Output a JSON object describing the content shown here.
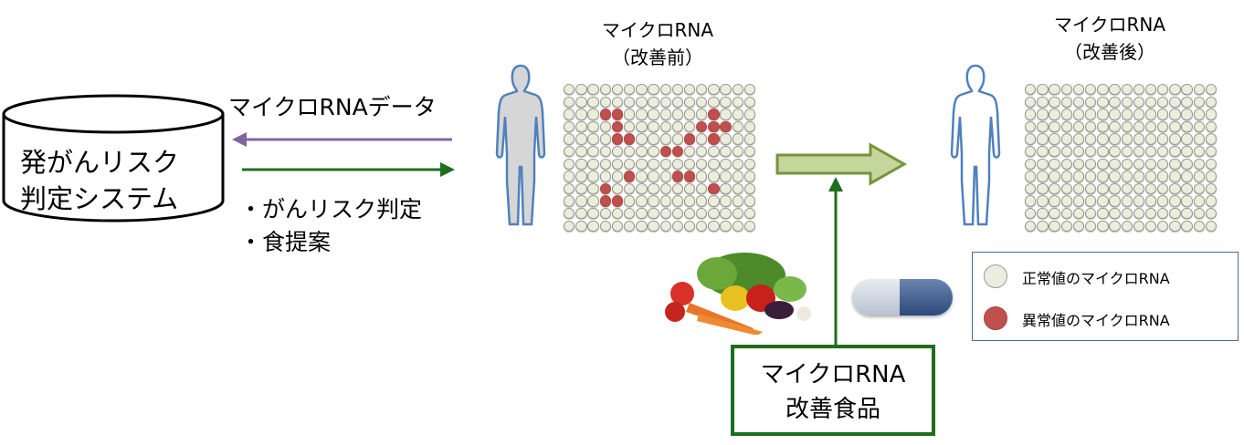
{
  "system": {
    "line1": "発がんリスク",
    "line2": "判定システム"
  },
  "arrows": {
    "data_label": "マイクロRNAデータ",
    "result_item1": "・がんリスク判定",
    "result_item2": "・食提案"
  },
  "before": {
    "title1": "マイクロRNA",
    "title2": "（改善前）"
  },
  "after": {
    "title1": "マイクロRNA",
    "title2": "（改善後）"
  },
  "food_box": {
    "line1": "マイクロRNA",
    "line2": "改善食品"
  },
  "legend": {
    "normal": "正常値のマイクロRNA",
    "abnormal": "異常値のマイクロRNA"
  },
  "grid": {
    "rows": 12,
    "cols": 16,
    "abnormal_before": [
      [
        2,
        3
      ],
      [
        2,
        4
      ],
      [
        2,
        12
      ],
      [
        3,
        4
      ],
      [
        3,
        11
      ],
      [
        3,
        12
      ],
      [
        3,
        13
      ],
      [
        4,
        4
      ],
      [
        4,
        5
      ],
      [
        4,
        10
      ],
      [
        4,
        12
      ],
      [
        5,
        8
      ],
      [
        5,
        9
      ],
      [
        7,
        5
      ],
      [
        7,
        9
      ],
      [
        7,
        10
      ],
      [
        8,
        3
      ],
      [
        8,
        12
      ],
      [
        9,
        3
      ],
      [
        9,
        4
      ]
    ],
    "abnormal_after": []
  },
  "colors": {
    "normal": "#ebeedd",
    "abnormal": "#c0504d",
    "green": "#1e6e1e",
    "purple": "#8064a2",
    "body": "#4f81bd"
  }
}
